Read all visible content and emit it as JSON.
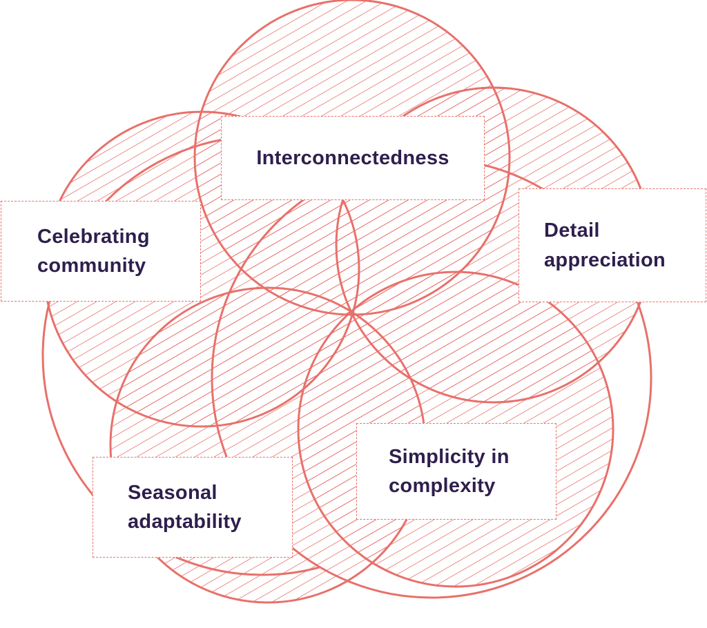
{
  "colors": {
    "stroke": "#e8706a",
    "hatch": "#e8706a",
    "text": "#2e1f4d",
    "background": "#ffffff"
  },
  "labels": {
    "interconnectedness": "Interconnectedness",
    "celebrating_community": "Celebrating\ncommunity",
    "detail_appreciation": "Detail\nappreciation",
    "seasonal_adaptability": "Seasonal\nadaptability",
    "simplicity_in_complexity": "Simplicity in\ncomplexity"
  }
}
